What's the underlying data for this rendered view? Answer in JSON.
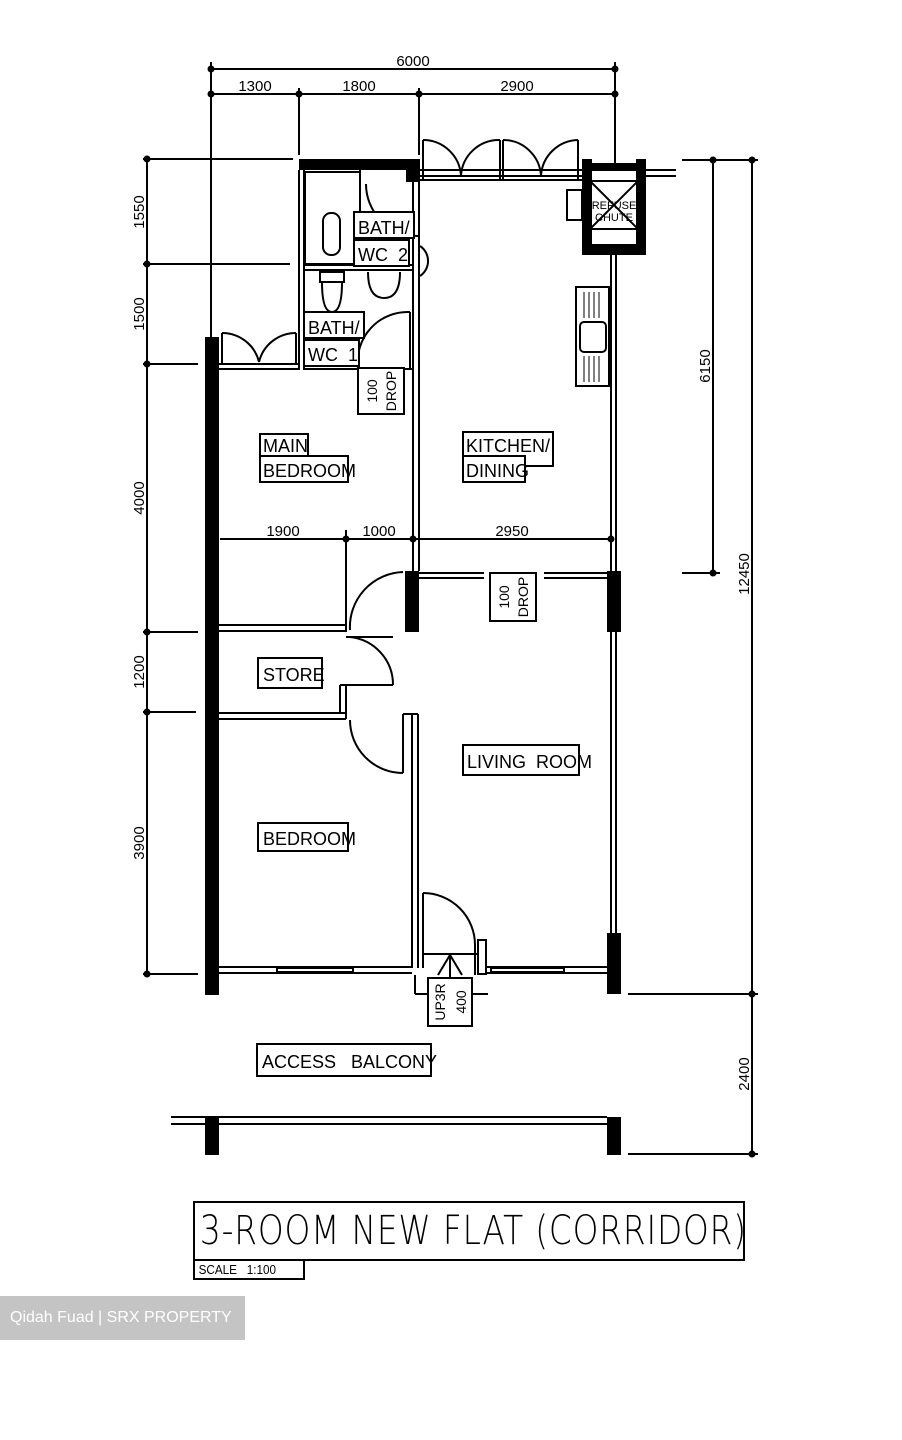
{
  "plan": {
    "title": "3-ROOM NEW FLAT (CORRIDOR)",
    "scale": "SCALE   1:100",
    "watermark": "Qidah Fuad | SRX PROPERTY",
    "colors": {
      "line": "#000000",
      "background": "#ffffff",
      "watermark_bg": "#c4c4c4",
      "watermark_text": "#ffffff"
    }
  },
  "dimensions": {
    "top": {
      "total": "6000",
      "segments": [
        "1300",
        "1800",
        "2900"
      ]
    },
    "left": [
      "1550",
      "1500",
      "4000",
      "1200",
      "3900"
    ],
    "right": {
      "kitchen": "6150",
      "total": "12450",
      "balcony": "2400"
    },
    "internal": [
      "1900",
      "1000",
      "2950"
    ]
  },
  "rooms": {
    "bath_wc_2": {
      "line1": "BATH/",
      "line2": "WC  2"
    },
    "bath_wc_1": {
      "line1": "BATH/",
      "line2": "WC  1"
    },
    "refuse_chute": {
      "line1": "REFUSE",
      "line2": "CHUTE"
    },
    "main_bedroom": {
      "line1": "MAIN",
      "line2": "BEDROOM"
    },
    "kitchen_dining": {
      "line1": "KITCHEN/",
      "line2": "DINING"
    },
    "store": "STORE",
    "living_room": "LIVING  ROOM",
    "bedroom": "BEDROOM",
    "access_balcony": "ACCESS   BALCONY"
  },
  "annotations": {
    "drop_1": {
      "line1": "100",
      "line2": "DROP"
    },
    "drop_2": {
      "line1": "100",
      "line2": "DROP"
    },
    "step": {
      "line1": "UP3R",
      "line2": "400"
    }
  }
}
